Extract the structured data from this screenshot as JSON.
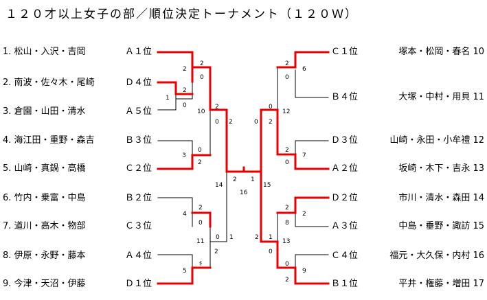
{
  "title": "１２０才以上女子の部／順位決定トーナメント（１２０Ｗ）",
  "colors": {
    "win": "#e60000",
    "line": "#000000"
  },
  "left_teams": [
    {
      "name": "1. 松山・入沢・吉岡",
      "seed": "Ａ１位"
    },
    {
      "name": "2. 南波・佐々木・尾崎",
      "seed": "Ｄ４位"
    },
    {
      "name": "3. 倉園・山田・清水",
      "seed": "Ａ５位"
    },
    {
      "name": "4. 海江田・重野・森吉",
      "seed": "Ｂ３位"
    },
    {
      "name": "5. 山崎・真鍋・高橋",
      "seed": "Ｃ２位"
    },
    {
      "name": "6. 竹内・乗富・中島",
      "seed": "Ｂ２位"
    },
    {
      "name": "7. 道川・高木・物部",
      "seed": "Ｃ３位"
    },
    {
      "name": "8. 伊原・永野・藤本",
      "seed": "Ａ４位"
    },
    {
      "name": "9. 今津・天沼・伊藤",
      "seed": "Ｄ１位"
    }
  ],
  "right_teams": [
    {
      "seed": "Ｃ１位",
      "name": "塚本・松岡・春名 10"
    },
    {
      "seed": "Ｂ４位",
      "name": "大塚・中村・用貝 11"
    },
    {
      "seed": "Ｄ３位",
      "name": "山崎・永田・小牟禮 12"
    },
    {
      "seed": "Ａ２位",
      "name": "坂崎・木下・吉永 13"
    },
    {
      "seed": "Ｄ２位",
      "name": "市川・清水・森田 14"
    },
    {
      "seed": "Ａ３位",
      "name": "中島・垂野・諏訪 15"
    },
    {
      "seed": "Ｃ４位",
      "name": "福元・大久保・内村 16"
    },
    {
      "seed": "Ｂ１位",
      "name": "平井・権藤・増田 17"
    }
  ],
  "scores": [
    {
      "t": "2"
    },
    {
      "t": "0"
    },
    {
      "t": "2"
    },
    {
      "t": "1"
    },
    {
      "t": "2"
    },
    {
      "t": "0"
    },
    {
      "t": "10"
    },
    {
      "t": "2"
    },
    {
      "t": "0"
    },
    {
      "t": "2"
    },
    {
      "t": "3"
    },
    {
      "t": "0"
    },
    {
      "t": "2"
    },
    {
      "t": "2"
    },
    {
      "t": "4"
    },
    {
      "t": "0"
    },
    {
      "t": "11"
    },
    {
      "t": "0"
    },
    {
      "t": "1"
    },
    {
      "t": "2"
    },
    {
      "t": "5"
    },
    {
      "t": "ｷ"
    },
    {
      "t": "14"
    },
    {
      "t": "2"
    },
    {
      "t": "1"
    },
    {
      "t": "16"
    },
    {
      "t": "15"
    },
    {
      "t": "2"
    },
    {
      "t": "0"
    },
    {
      "t": "6"
    },
    {
      "t": "0"
    },
    {
      "t": "2"
    },
    {
      "t": "0"
    },
    {
      "t": "12"
    },
    {
      "t": "2"
    },
    {
      "t": "0"
    },
    {
      "t": "7"
    },
    {
      "t": "2"
    },
    {
      "t": "2"
    },
    {
      "t": "8"
    },
    {
      "t": "1"
    },
    {
      "t": "2"
    },
    {
      "t": "0"
    },
    {
      "t": "13"
    },
    {
      "t": "0"
    },
    {
      "t": "9"
    },
    {
      "t": "2"
    }
  ]
}
